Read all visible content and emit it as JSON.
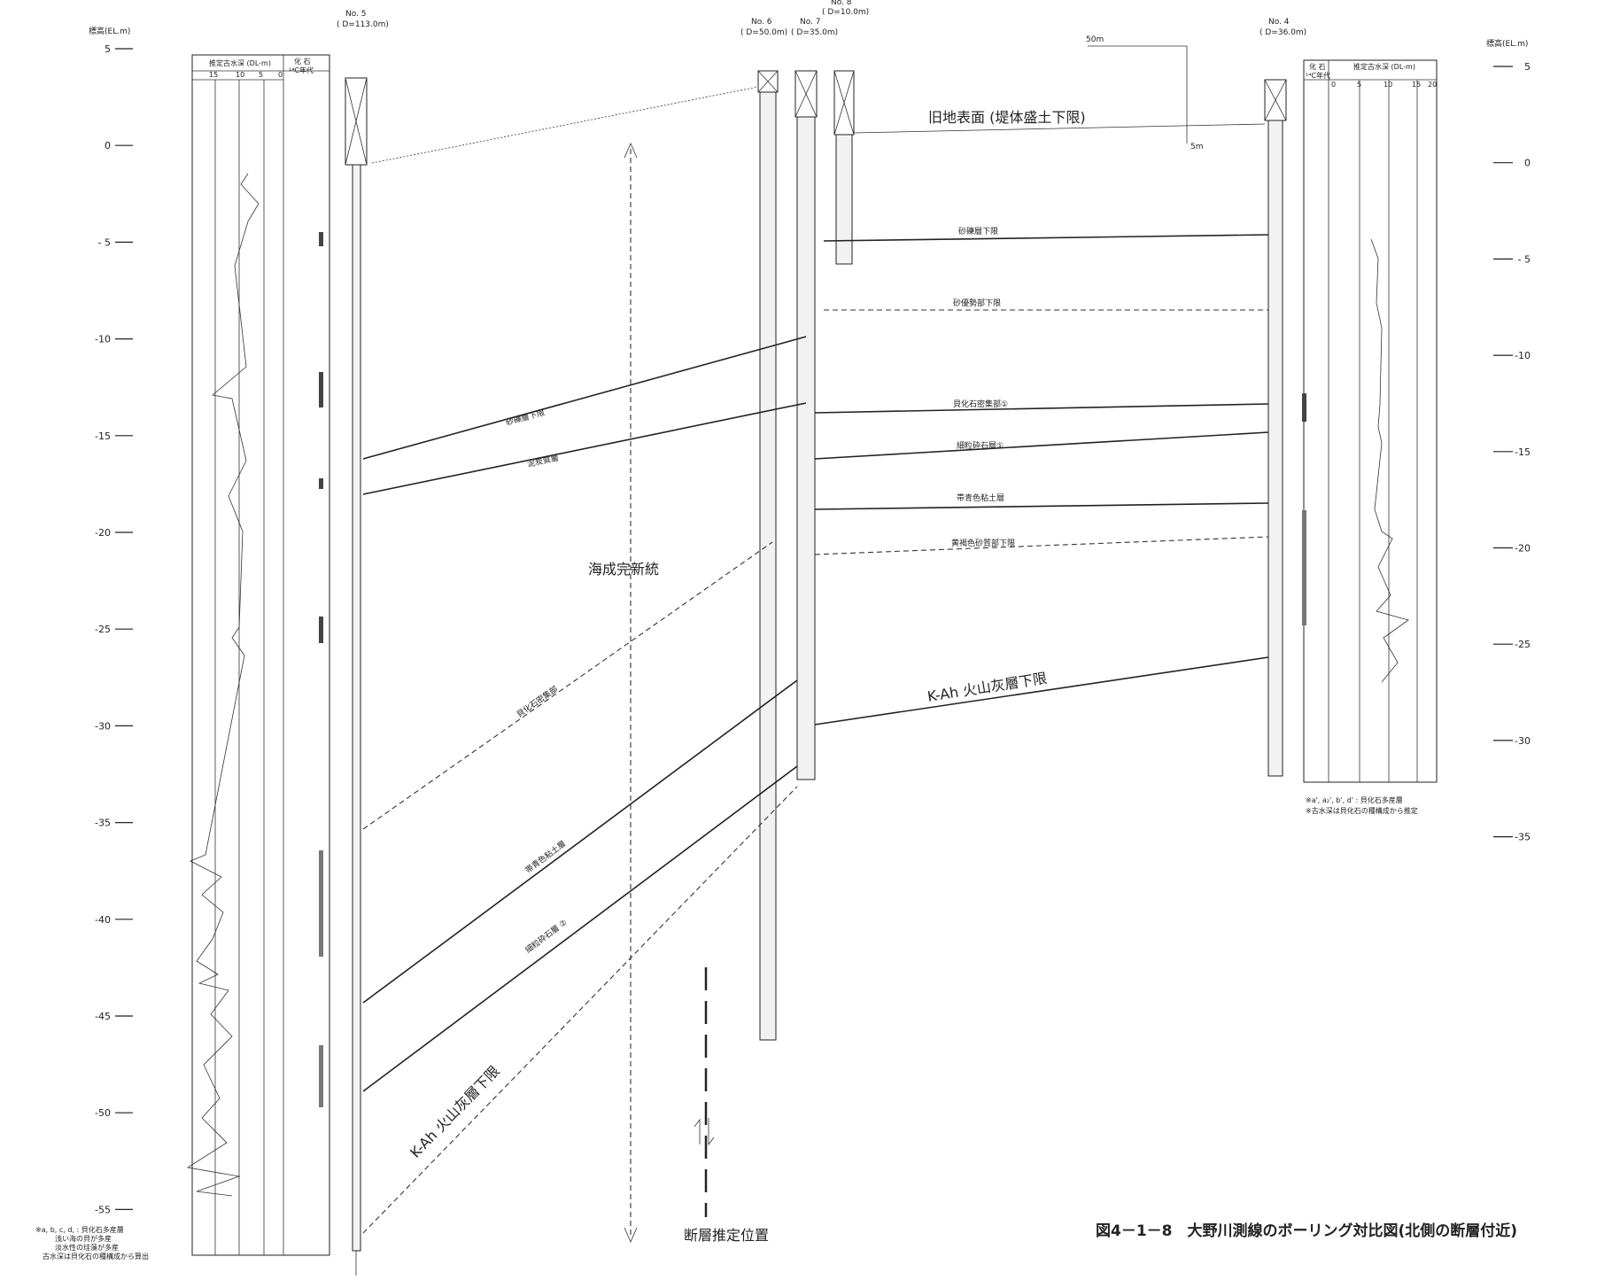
{
  "elevation_axis": {
    "title": "標高(EL.m)",
    "left_ticks": [
      "5",
      "0",
      "- 5",
      "-10",
      "-15",
      "-20",
      "-25",
      "-30",
      "-35",
      "-40",
      "-45",
      "-50",
      "-55"
    ],
    "right_ticks": [
      "5",
      "0",
      "- 5",
      "-10",
      "-15",
      "-20",
      "-25",
      "-30",
      "-35"
    ]
  },
  "boreholes": [
    {
      "name": "No. 5",
      "depth": "( D=113.0m)"
    },
    {
      "name": "No. 6",
      "depth": "( D=50.0m)"
    },
    {
      "name": "No. 7",
      "depth": "( D=35.0m)"
    },
    {
      "name": "No. 8",
      "depth": "( D=10.0m)"
    },
    {
      "name": "No. 4",
      "depth": "( D=36.0m)"
    }
  ],
  "left_panel": {
    "header_paleo": "推定古水深 (DL-m)",
    "header_fossil": "化 石",
    "header_c14": "¹⁴C年代",
    "scale": [
      "15",
      "10",
      "5",
      "0"
    ],
    "legend": [
      "※a, b, c, d, : 貝化石多産層",
      "浅い海の貝が多産",
      "淡水性の珪藻が多産",
      "古水深は貝化石の種構成から算出"
    ]
  },
  "right_panel": {
    "header_fossil": "化 石",
    "header_c14": "¹⁴C年代",
    "header_paleo": "推定古水深 (DL-m)",
    "scale": [
      "0",
      "5",
      "10",
      "15",
      "20"
    ],
    "legend": [
      "※a', a₂', b', d' : 貝化石多産層",
      "※古水深は貝化石の種構成から推定"
    ]
  },
  "scale_bar": {
    "horizontal": "50m",
    "vertical": "5m"
  },
  "layer_labels": {
    "old_surface": "旧地表面 (堤体盛土下限)",
    "l1": "砂礫層下限",
    "l2": "砂優勢部下限",
    "l3": "貝化石密集部①",
    "l4": "細粒砕石層①",
    "l5": "帯青色粘土層",
    "l6": "黄褐色砂質部下限",
    "l7": "K-Ah 火山灰層下限",
    "left_l1": "砂礫層下限",
    "left_l2": "泥炭質層",
    "left_l3": "貝化石密集部",
    "left_l4": "帯青色粘土層",
    "left_l5": "細粒砕石層 ②",
    "left_l6": "K-Ah 火山灰層下限",
    "holocene": "海成完新統",
    "fault": "断層推定位置"
  },
  "caption": "図4－1－8　大野川測線のボーリング対比図(北側の断層付近)"
}
